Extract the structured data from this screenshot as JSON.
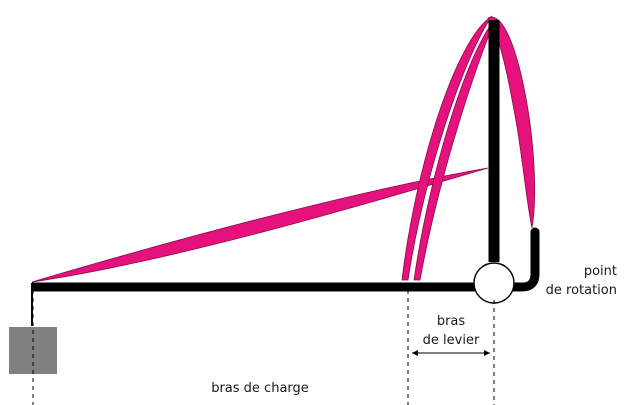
{
  "labels": {
    "pivot_line1": "point",
    "pivot_line2": "de rotation",
    "lever_line1": "bras",
    "lever_line2": "de levier",
    "load_arm": "bras de charge"
  },
  "colors": {
    "muscle": "#e5127d",
    "muscle_outline": "#8a0a4a",
    "bone": "#000000",
    "weight": "#808080",
    "dashed": "#000000",
    "text": "#1a1a1a"
  }
}
